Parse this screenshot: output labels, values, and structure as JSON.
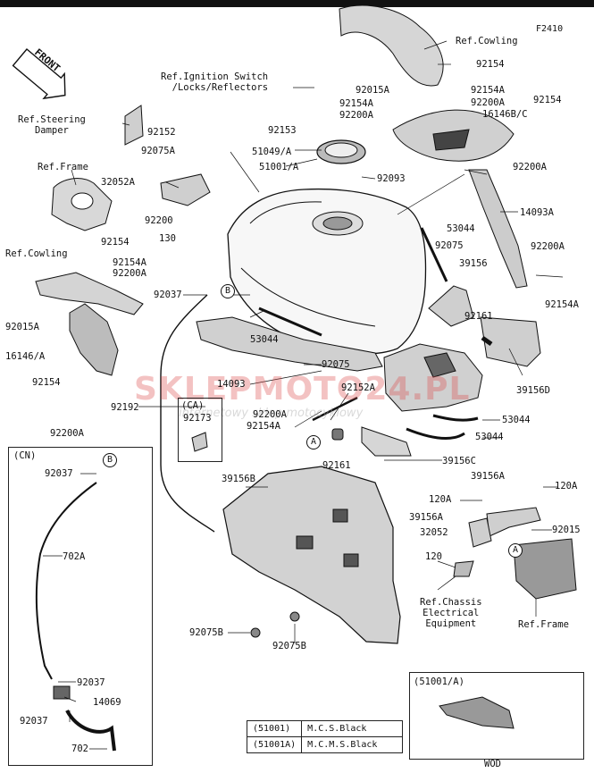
{
  "diagram_code": "F2410",
  "front_label": "FRONT",
  "watermark": {
    "brand_a": "SKLEP",
    "brand_b": "MOTO",
    "brand_c": "24.PL",
    "tagline": "internetowy sklep motocyklowy"
  },
  "labels": {
    "ref_cowling_top": "Ref.Cowling",
    "ref_ignition": "Ref.Ignition Switch\n/Locks/Reflectors",
    "ref_steering": "Ref.Steering\nDamper",
    "ref_frame_left": "Ref.Frame",
    "ref_cowling_left": "Ref.Cowling",
    "ref_chassis": "Ref.Chassis\nElectrical\nEquipment",
    "ref_frame_right": "Ref.Frame",
    "p92154_top": "92154",
    "p92015A_top": "92015A",
    "p92154A_top": "92154A",
    "p92154A_mid": "92154A",
    "p92200A_mid": "92200A",
    "p92154_r": "92154",
    "p92200A_r": "92200A",
    "p16146BC": "16146B/C",
    "p92200A_r2": "92200A",
    "p14093A": "14093A",
    "p92200A_r3": "92200A",
    "p92154A_r3": "92154A",
    "p92153": "92153",
    "p51049A": "51049/A",
    "p51001A": "51001/A",
    "p92093": "92093",
    "p92152": "92152",
    "p92075A": "92075A",
    "p32052A": "32052A",
    "p92200": "92200",
    "p130": "130",
    "p53044_r": "53044",
    "p92075_r": "92075",
    "p39156": "39156",
    "p92161_r": "92161",
    "p39156D": "39156D",
    "p92154_l": "92154",
    "p92154A_l": "92154A",
    "p92200A_l": "92200A",
    "p92037": "92037",
    "p92015A_l": "92015A",
    "p16146A": "16146/A",
    "p53044_l": "53044",
    "p92075_c": "92075",
    "p14093": "14093",
    "p92152A": "92152A",
    "p92154_ll": "92154",
    "p92200A_ll": "92200A",
    "p92192": "92192",
    "ca_label": "(CA)",
    "p92173": "92173",
    "p92200A_c": "92200A",
    "p92154A_c": "92154A",
    "p92161_c": "92161",
    "p53044_c": "53044",
    "p53044_c2": "53044",
    "p39156C": "39156C",
    "p39156B": "39156B",
    "p92075B_l": "92075B",
    "p92075B_r": "92075B",
    "p39156A": "39156A",
    "p120A_l": "120A",
    "p120A_r": "120A",
    "p39156A_l": "39156A",
    "p32052": "32052",
    "p92015": "92015",
    "p120": "120",
    "cn_label": "(CN)",
    "p92037_cn": "92037",
    "p702A": "702A",
    "p92037_cn2": "92037",
    "p14069": "14069",
    "p92037_cn3": "92037",
    "p702": "702",
    "inset_label": "(51001/A)",
    "inset_caption": "WOD",
    "marker_a": "A",
    "marker_b": "B"
  },
  "color_table": [
    {
      "part": "(51001)",
      "color": "M.C.S.Black"
    },
    {
      "part": "(51001A)",
      "color": "M.C.M.S.Black"
    }
  ]
}
